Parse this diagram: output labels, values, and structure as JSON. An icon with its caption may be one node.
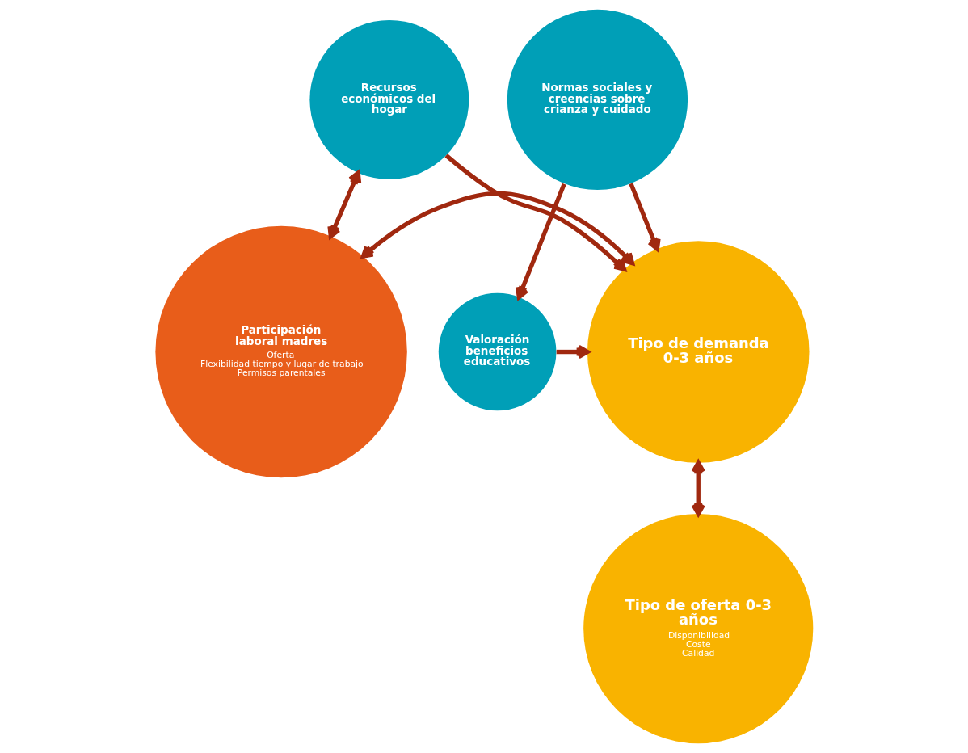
{
  "diagram": {
    "nodes": [
      {
        "text": [
          "Recursos económicos del hogar"
        ]
      },
      {
        "text": [
          "Normas sociales y creencias sobre crianza y cuidado"
        ]
      },
      {
        "text": [
          "Participación laboral madres",
          "Oferta",
          "Flexibilidad tiempo y lugar de trabajo",
          "Permisos parentales"
        ]
      },
      {
        "text": [
          "Tipo de demanda 0-3 años"
        ]
      },
      {
        "text": [
          "Valoración beneficios educativos"
        ]
      },
      {
        "text": [
          "Tipo de oferta 0-3 años",
          "Disponibilidad",
          "Coste",
          "Calidad"
        ]
      }
    ],
    "edges": [
      {
        "from": 0,
        "to": 2,
        "arrow": "both"
      },
      {
        "from": 0,
        "to": 3,
        "arrow": "to"
      },
      {
        "from": 1,
        "to": 3,
        "arrow": "to"
      },
      {
        "from": 1,
        "to": 4,
        "arrow": "to"
      },
      {
        "from": 2,
        "to": 3,
        "arrow": "both"
      },
      {
        "from": 4,
        "to": 3,
        "arrow": "to"
      },
      {
        "from": 3,
        "to": 5,
        "arrow": "both"
      }
    ]
  }
}
